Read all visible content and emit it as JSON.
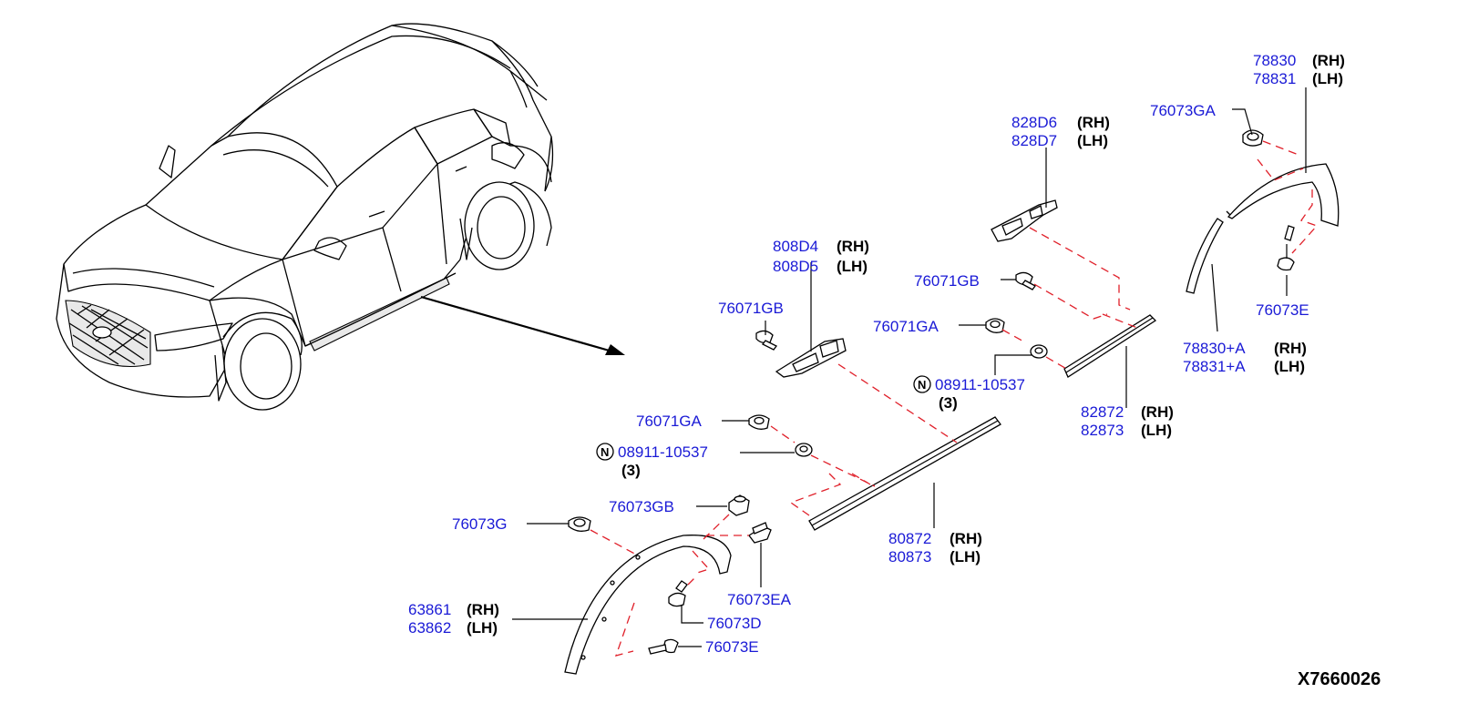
{
  "diagram_code": "X7660026",
  "parts": {
    "p78830": {
      "pn": "78830",
      "side": "(RH)"
    },
    "p78831": {
      "pn": "78831",
      "side": "(LH)"
    },
    "p76073GA": {
      "pn": "76073GA"
    },
    "p828D6": {
      "pn": "828D6",
      "side": "(RH)"
    },
    "p828D7": {
      "pn": "828D7",
      "side": "(LH)"
    },
    "p808D4": {
      "pn": "808D4",
      "side": "(RH)"
    },
    "p808D5": {
      "pn": "808D5",
      "side": "(LH)"
    },
    "p76071GB_a": {
      "pn": "76071GB"
    },
    "p76071GB_b": {
      "pn": "76071GB"
    },
    "p76071GA_a": {
      "pn": "76071GA"
    },
    "p76071GA_b": {
      "pn": "76071GA"
    },
    "p08911_a": {
      "pn": "08911-10537",
      "qty": "(3)",
      "prefix": "N"
    },
    "p08911_b": {
      "pn": "08911-10537",
      "qty": "(3)",
      "prefix": "N"
    },
    "p76073E_a": {
      "pn": "76073E"
    },
    "p76073E_b": {
      "pn": "76073E"
    },
    "p78830A": {
      "pn": "78830+A",
      "side": "(RH)"
    },
    "p78831A": {
      "pn": "78831+A",
      "side": "(LH)"
    },
    "p82872": {
      "pn": "82872",
      "side": "(RH)"
    },
    "p82873": {
      "pn": "82873",
      "side": "(LH)"
    },
    "p80872": {
      "pn": "80872",
      "side": "(RH)"
    },
    "p80873": {
      "pn": "80873",
      "side": "(LH)"
    },
    "p76073GB": {
      "pn": "76073GB"
    },
    "p76073G": {
      "pn": "76073G"
    },
    "p76073EA": {
      "pn": "76073EA"
    },
    "p63861": {
      "pn": "63861",
      "side": "(RH)"
    },
    "p63862": {
      "pn": "63862",
      "side": "(LH)"
    },
    "p76073D": {
      "pn": "76073D"
    }
  },
  "colors": {
    "part_number": "#1a1ad6",
    "assembly_line": "#e0202a",
    "linework": "#000000"
  }
}
